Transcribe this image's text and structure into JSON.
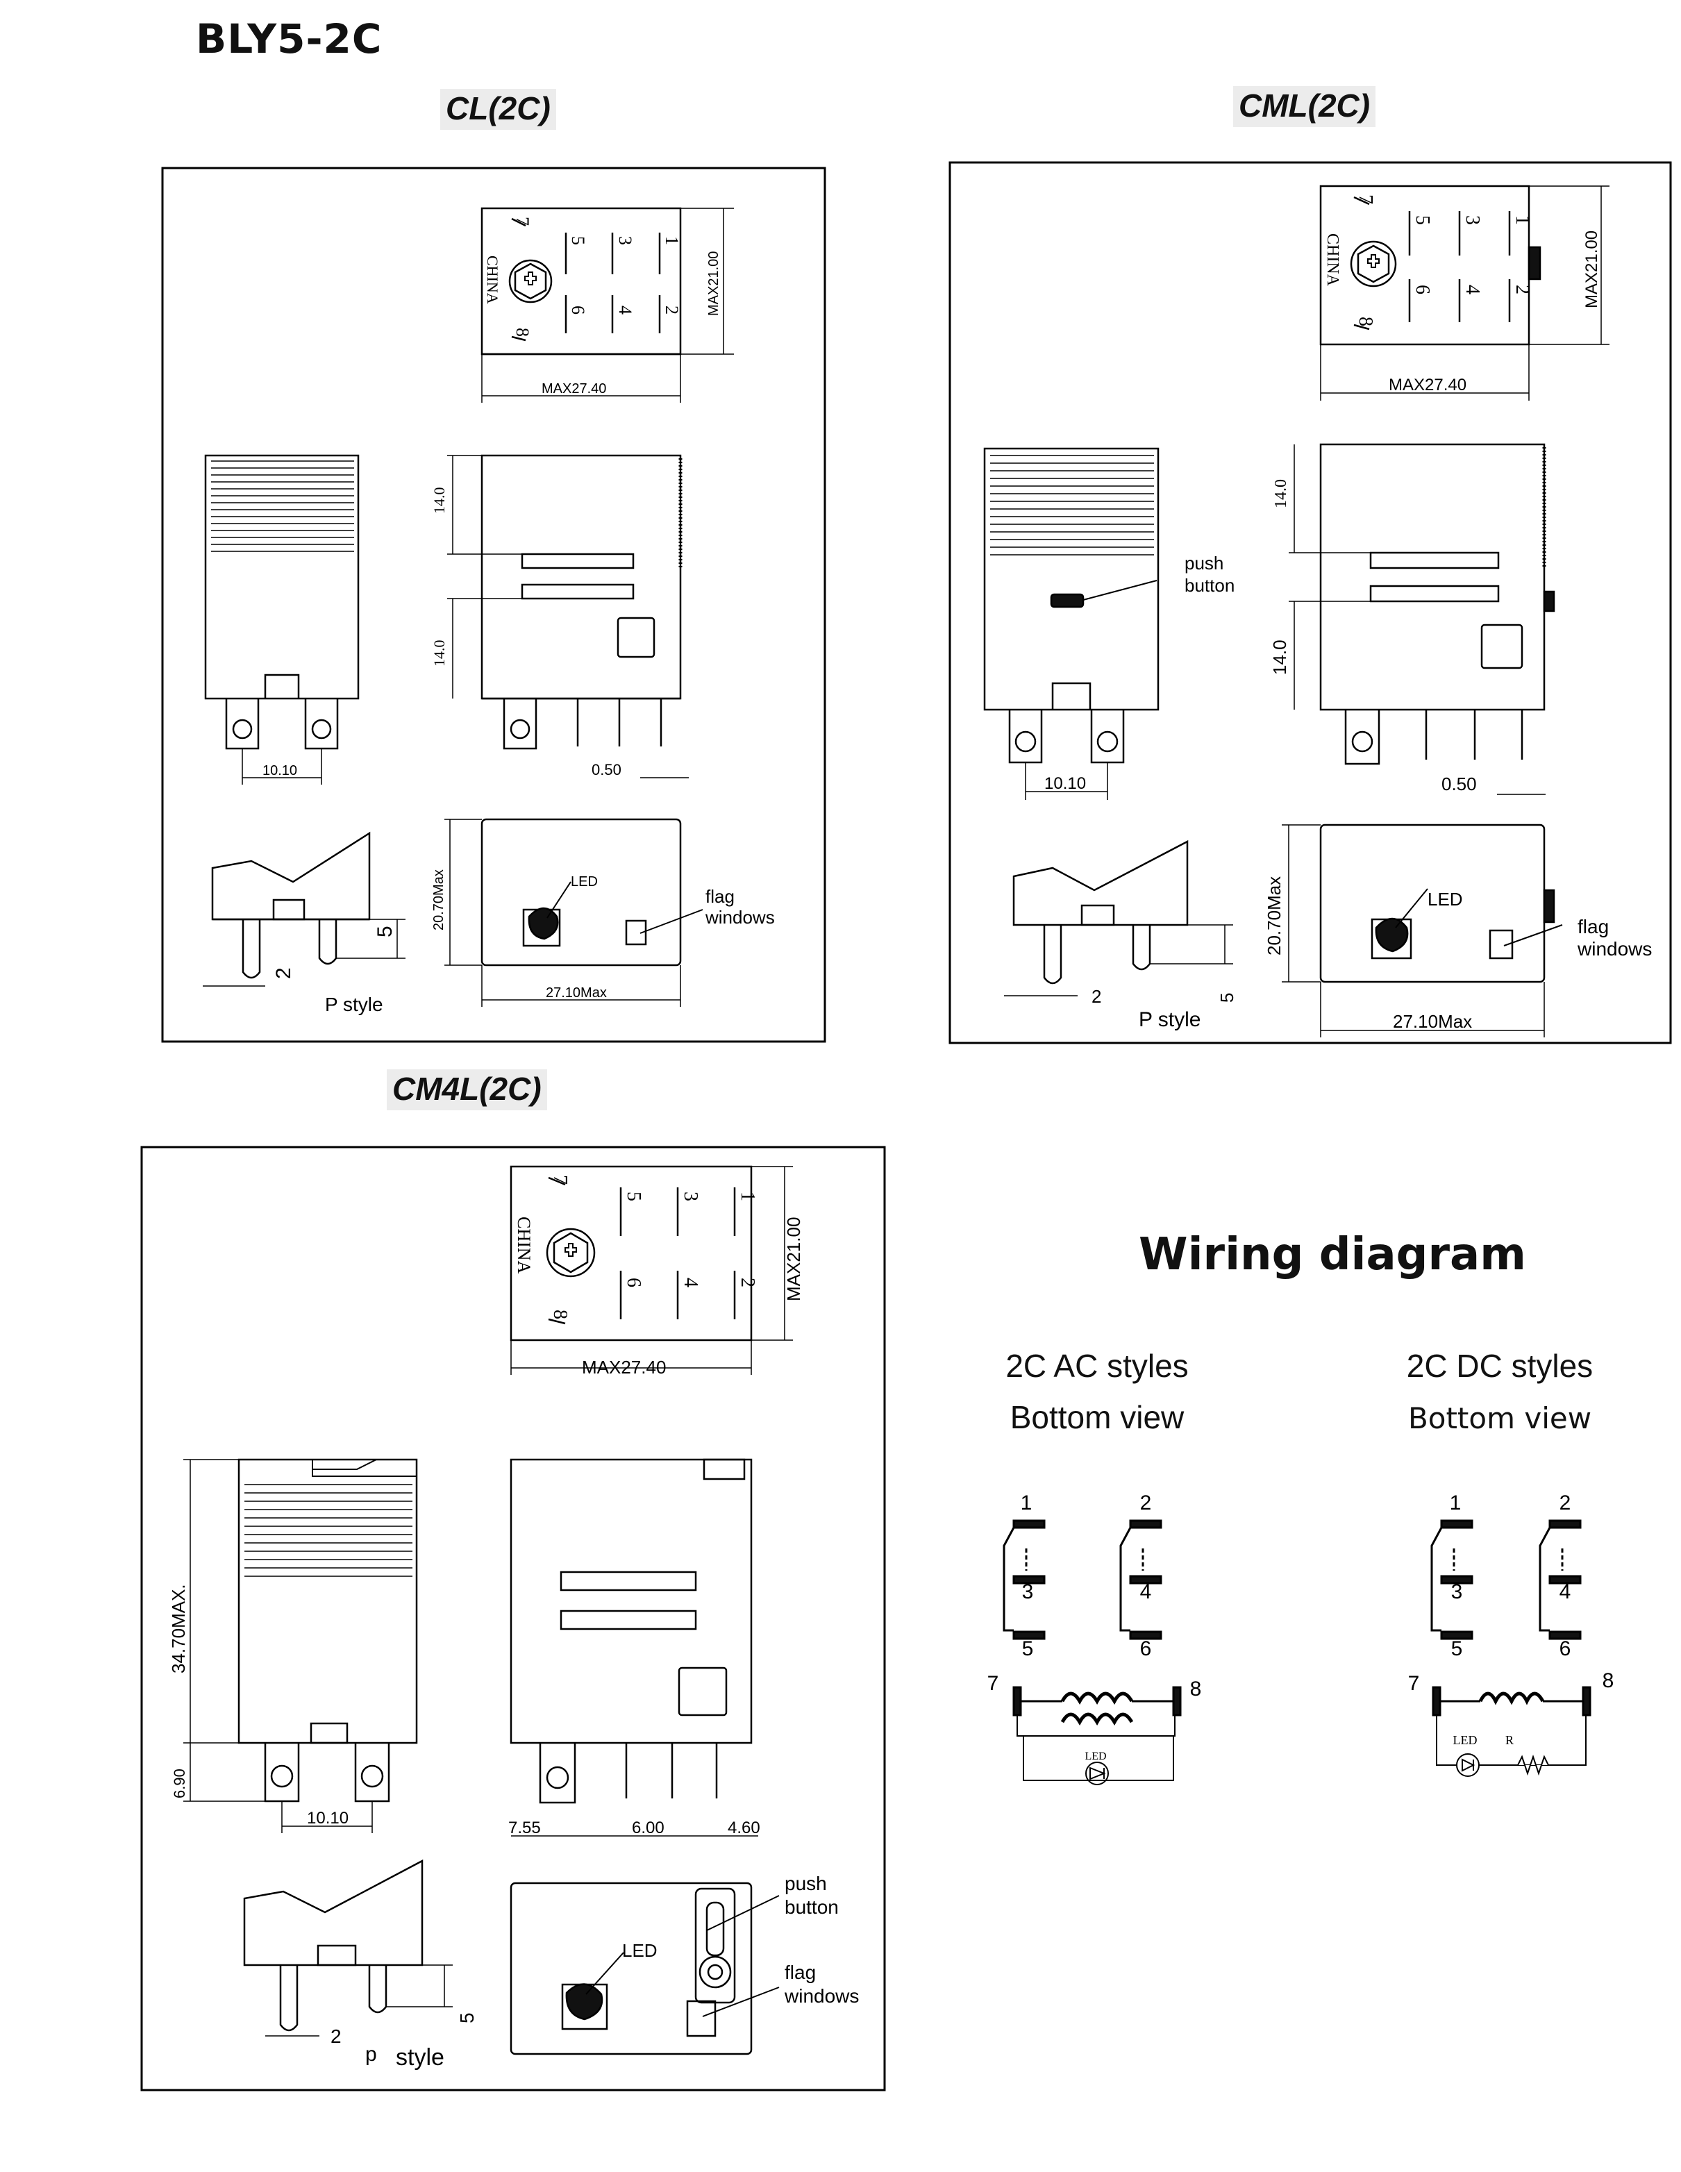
{
  "document": {
    "title": "BLY5-2C"
  },
  "variants": {
    "cl": {
      "title": "CL(2C)",
      "top_view": {
        "brand": "CHINA",
        "pins": [
          "7",
          "5",
          "3",
          "1",
          "6",
          "4",
          "2",
          "8"
        ],
        "height_dim": "MAX21.00",
        "width_dim": "MAX27.40"
      },
      "side_view": {
        "dim_upper": "14.0",
        "dim_lower": "14.0",
        "pin_pitch": "10.10",
        "pin_thickness": "0.50"
      },
      "bottom": {
        "height_dim": "20.70Max",
        "width_dim": "27.10Max",
        "led_label": "LED",
        "flag_label_1": "flag",
        "flag_label_2": "windows",
        "pin_dim_a": "5",
        "pin_dim_b": "2",
        "style": "P  style"
      }
    },
    "cml": {
      "title": "CML(2C)",
      "top_view": {
        "brand": "CHINA",
        "pins": [
          "7",
          "5",
          "3",
          "1",
          "6",
          "4",
          "2",
          "8"
        ],
        "height_dim": "MAX21.00",
        "width_dim": "MAX27.40"
      },
      "side_view": {
        "dim_upper": "14.0",
        "dim_lower": "14.0",
        "pin_pitch": "10.10",
        "pin_thickness": "0.50",
        "push_label_1": "push",
        "push_label_2": "button"
      },
      "bottom": {
        "height_dim": "20.70Max",
        "width_dim": "27.10Max",
        "led_label": "LED",
        "flag_label_1": "flag",
        "flag_label_2": "windows",
        "pin_dim_a": "5",
        "pin_dim_b": "2",
        "style": "P  style"
      }
    },
    "cm4l": {
      "title": "CM4L(2C)",
      "top_view": {
        "brand": "CHINA",
        "pins": [
          "7",
          "5",
          "3",
          "1",
          "6",
          "4",
          "2",
          "8"
        ],
        "height_dim": "MAX21.00",
        "width_dim": "MAX27.40"
      },
      "side_view": {
        "body_height": "34.70MAX.",
        "pin_length": "6.90",
        "pin_pitch": "10.10",
        "dim_a": "7.55",
        "dim_b": "6.00",
        "dim_c": "4.60"
      },
      "bottom": {
        "led_label": "LED",
        "push_label_1": "push",
        "push_label_2": "button",
        "flag_label_1": "flag",
        "flag_label_2": "windows",
        "pin_dim_a": "5",
        "pin_dim_b": "2",
        "style_p": "p",
        "style_word": "style"
      }
    }
  },
  "wiring": {
    "title": "Wiring diagram",
    "ac": {
      "line1": "2C AC styles",
      "line2": "Bottom view",
      "pins": [
        "1",
        "2",
        "3",
        "4",
        "5",
        "6",
        "7",
        "8"
      ],
      "led": "LED"
    },
    "dc": {
      "line1": "2C DC styles",
      "line2": "Bottom view",
      "pins": [
        "1",
        "2",
        "3",
        "4",
        "5",
        "6",
        "7",
        "8"
      ],
      "led": "LED",
      "resistor": "R"
    }
  }
}
